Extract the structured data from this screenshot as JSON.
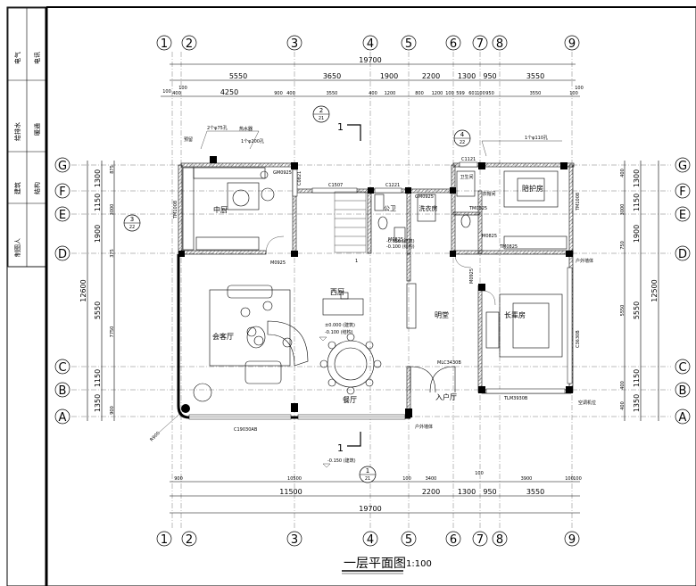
{
  "title_block": {
    "labels": [
      "电气",
      "电讯",
      "给排水",
      "暖通",
      "建筑",
      "结构",
      "制图人"
    ]
  },
  "drawing": {
    "title": "一层平面图",
    "scale": "1:100",
    "axes_vertical": [
      "1",
      "2",
      "3",
      "4",
      "5",
      "6",
      "7",
      "8",
      "9"
    ],
    "axes_horizontal": [
      "A",
      "B",
      "C",
      "D",
      "E",
      "F",
      "G"
    ],
    "top_total": "19700",
    "top_dims": [
      "5550",
      "3650",
      "1900",
      "2200",
      "1300",
      "950",
      "3550"
    ],
    "top_small": [
      "400",
      "100",
      "100",
      "4250",
      "900",
      "400",
      "3550",
      "400",
      "1200",
      "800",
      "1200",
      "100",
      "599",
      "601",
      "100",
      "950",
      "3550",
      "100",
      "100"
    ],
    "bottom_dims_1": [
      "900",
      "10500",
      "100",
      "3400",
      "100",
      "3900",
      "100",
      "100"
    ],
    "bottom_dims_2": [
      "11500",
      "2200",
      "1300",
      "950",
      "3550"
    ],
    "bottom_total": "19700",
    "left_total": "12600",
    "left_dims": [
      "1300",
      "1150",
      "1900",
      "5550",
      "1150",
      "1350"
    ],
    "left_small": [
      "875",
      "3000",
      "375",
      "7750",
      "900"
    ],
    "right_total": "12500",
    "right_dims": [
      "1300",
      "1150",
      "1900",
      "5550",
      "1150",
      "1350"
    ],
    "right_small": [
      "400",
      "3000",
      "750",
      "5550",
      "400",
      "400"
    ],
    "rooms": {
      "kitchen": "中厨",
      "living": "会客厅",
      "western_kitchen": "西厨",
      "dining": "餐厅",
      "hall": "明堂",
      "entry": "入户厅",
      "elder_room": "长辈房",
      "nanny_room": "陪护房",
      "bath1": "公卫",
      "laundry": "洗衣房",
      "toilet": "卫生间",
      "closet": "衣帽间"
    },
    "tags": {
      "gm0925_top": "GM0925",
      "c1507": "C1507",
      "c1221": "C1221",
      "c0821": "C0821",
      "gm0925_b": "GM0925",
      "m0925_k": "M0925",
      "m0825": "M0825",
      "tm0825": "TM0825",
      "tm0825b": "TM0825",
      "c1121": "C1121",
      "mlc": "MLC3430B",
      "c19030": "C19030AB",
      "tlm": "TLM3930B",
      "c3630": "C3630B",
      "m0925b": "M0925",
      "m0825b": "M0825",
      "tm1008": "TM1008",
      "tm1008b": "TM1008"
    },
    "levels": {
      "floor": "±0.000 (建筑)",
      "floor2": "-0.100 (结构)",
      "outdoor": "-0.150 (建筑)",
      "bath": "-0.050 (建筑)",
      "bath2": "-0.100 (结构)"
    },
    "notes": {
      "pipe1": "2个φ75孔",
      "pipe2": "1个φ200孔",
      "pipe3": "1个φ110孔",
      "label_a": "热水器",
      "label_b": "预留",
      "bar1": "户外墙体",
      "bar2": "户外墙体",
      "fix": "空调机位"
    },
    "sections": {
      "s1_top": "1",
      "s1_bot": "1",
      "det2": "2",
      "det2_sheet": "21",
      "det3": "3",
      "det3_sheet": "22",
      "det4": "4",
      "det4_sheet": "22",
      "det1": "1",
      "det1_sheet": "21"
    },
    "radius": "R900",
    "stair_no": "1"
  }
}
